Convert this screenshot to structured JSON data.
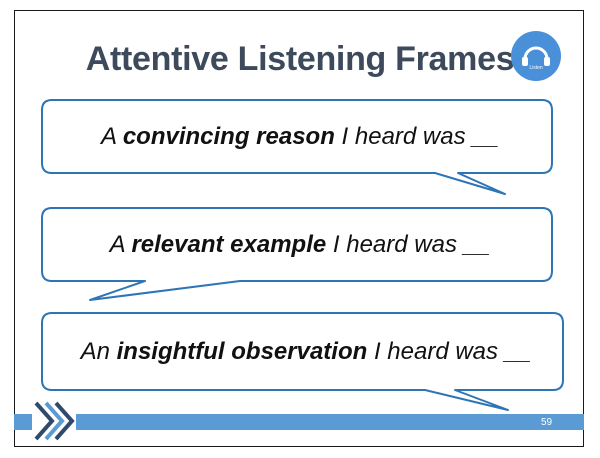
{
  "title": "Attentive Listening Frames",
  "listen_icon": {
    "icon": "headphones-icon",
    "label": "Listen"
  },
  "frames": [
    {
      "pre": "A ",
      "bold": "convincing reason",
      "post": " I heard was __"
    },
    {
      "pre": "A ",
      "bold": "relevant example",
      "post": " I heard was __"
    },
    {
      "pre": "An ",
      "bold": "insightful observation",
      "post": " I heard was __"
    }
  ],
  "footer": {
    "page_number": "59",
    "logo_icon": "chevron-logo-icon"
  },
  "colors": {
    "accent": "#5b9bd5",
    "title": "#3d4a5c",
    "bubble_border": "#2e75b6"
  }
}
